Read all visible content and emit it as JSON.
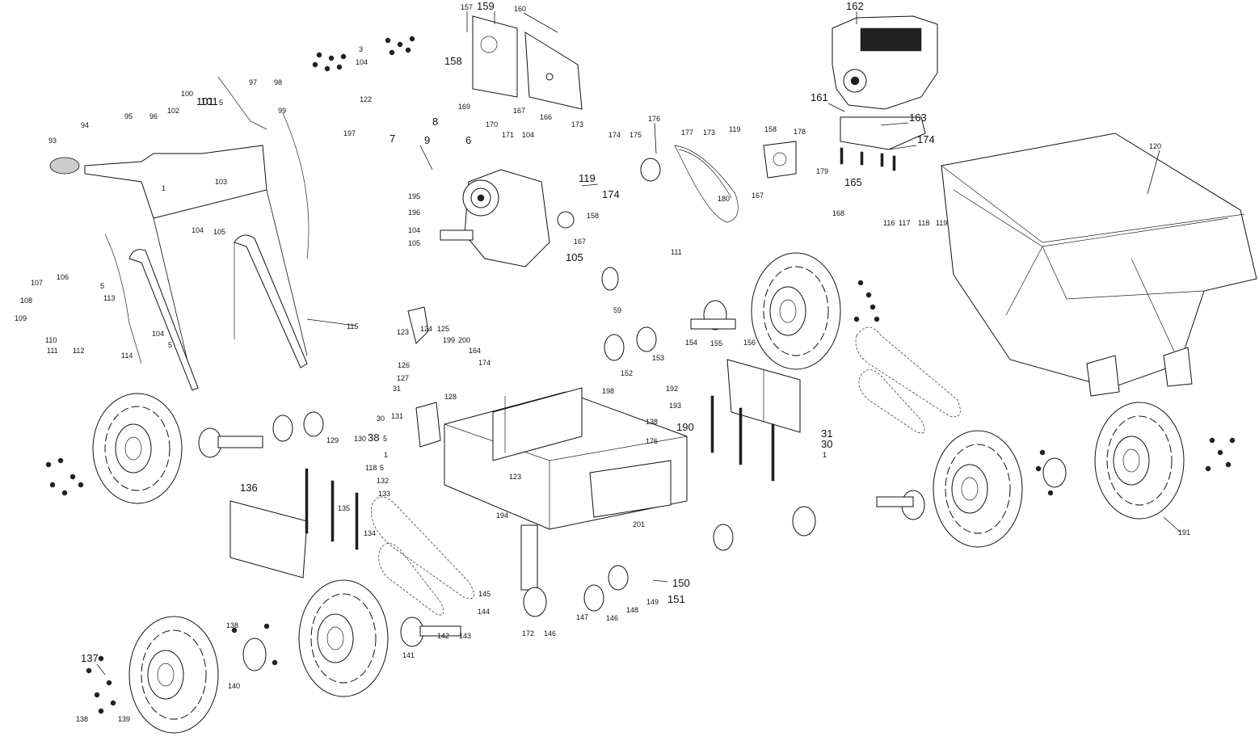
{
  "diagram": {
    "labels_small": [
      "157",
      "159",
      "160",
      "3",
      "104",
      "158",
      "169",
      "167",
      "166",
      "173",
      "100",
      "101",
      "5",
      "97",
      "98",
      "99",
      "102",
      "95",
      "96",
      "94",
      "93",
      "103",
      "1",
      "7",
      "9",
      "8",
      "6",
      "170",
      "171",
      "104",
      "122",
      "197",
      "195",
      "196",
      "104",
      "105",
      "177",
      "173",
      "119",
      "158",
      "178",
      "176",
      "175",
      "174",
      "119",
      "174",
      "180",
      "167",
      "179",
      "158",
      "167",
      "111",
      "105",
      "104",
      "105",
      "107",
      "106",
      "5",
      "113",
      "108",
      "109",
      "110",
      "111",
      "112",
      "104",
      "5",
      "114",
      "115",
      "59",
      "123",
      "124",
      "125",
      "199",
      "200",
      "164",
      "174",
      "126",
      "127",
      "31",
      "128",
      "30",
      "131",
      "129",
      "130",
      "38",
      "5",
      "1",
      "118",
      "5",
      "132",
      "152",
      "153",
      "154",
      "155",
      "156",
      "198",
      "192",
      "193",
      "138",
      "176",
      "190",
      "116",
      "117",
      "118",
      "119",
      "168",
      "120",
      "123",
      "194",
      "133",
      "134",
      "135",
      "201",
      "145",
      "144",
      "143",
      "142",
      "141",
      "172",
      "146",
      "147",
      "146",
      "148",
      "149",
      "138",
      "140",
      "139",
      "137",
      "138",
      "191"
    ],
    "labels_large": [
      "162",
      "161",
      "163",
      "174",
      "165",
      "101",
      "136",
      "31",
      "30",
      "1",
      "150",
      "151",
      "190"
    ]
  }
}
